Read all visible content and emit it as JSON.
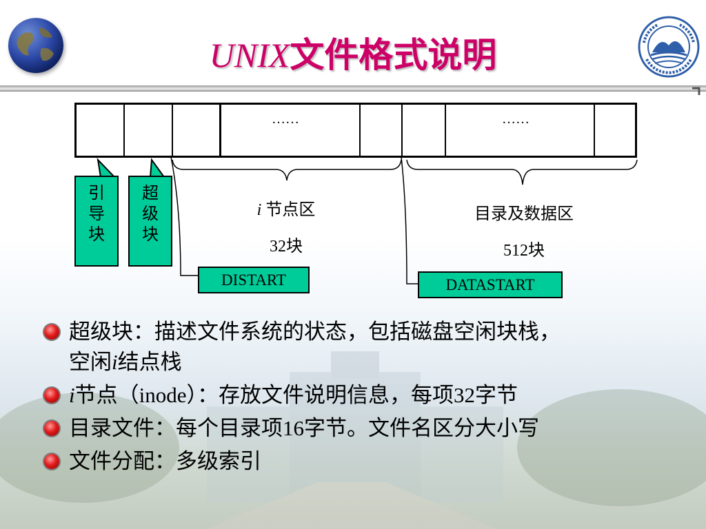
{
  "slide": {
    "title_latin": "UNIX",
    "title_cjk": "文件格式说明"
  },
  "diagram": {
    "dots_left": "……",
    "dots_right": "……",
    "boot_block": [
      "引",
      "导",
      "块"
    ],
    "super_block": [
      "超",
      "级",
      "块"
    ],
    "inode_area_prefix": "i",
    "inode_area_label": " 节点区",
    "inode_area_size": "32块",
    "data_area_label": "目录及数据区",
    "data_area_size": "512块",
    "distart": "DISTART",
    "datastart": "DATASTART"
  },
  "bullets": [
    {
      "text": "超级块：描述文件系统的状态，包括磁盘空闲块栈，"
    },
    {
      "text2a": "空闲",
      "text2b": "i",
      "text2c": "结点栈"
    },
    {
      "prefix": "i",
      "text": "节点（inode）：存放文件说明信息，每项32字节"
    },
    {
      "text": "目录文件：每个目录项16字节。文件名区分大小写"
    },
    {
      "text": "文件分配：多级索引"
    }
  ],
  "colors": {
    "title": "#cc0066",
    "tag_green": "#00cc99",
    "bullet_red": "#e21a1a"
  }
}
